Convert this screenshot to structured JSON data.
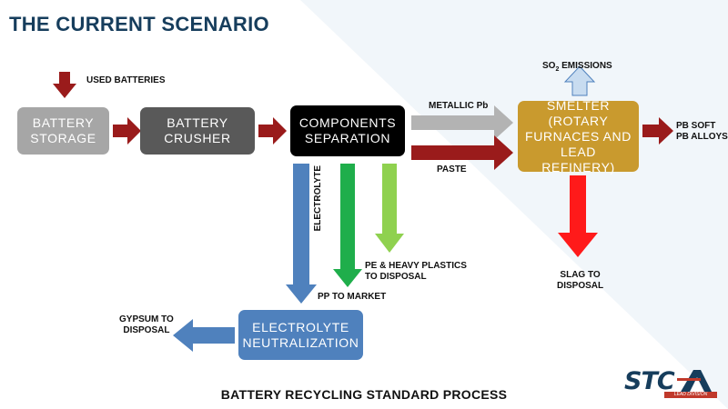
{
  "slide": {
    "title": "THE CURRENT SCENARIO",
    "caption": "BATTERY RECYCLING STANDARD PROCESS"
  },
  "nodes": {
    "storage": "BATTERY\nSTORAGE",
    "crusher": "BATTERY\nCRUSHER",
    "separation": "COMPONENTS\nSEPARATION",
    "smelter": "SMELTER\n(ROTARY\nFURNACES AND\nLEAD REFINERY)",
    "neutralization": "ELECTROLYTE\nNEUTRALIZATION"
  },
  "labels": {
    "used_batteries": "USED BATTERIES",
    "metallic_pb": "METALLIC Pb",
    "paste": "PASTE",
    "so2_prefix": "SO",
    "so2_sub": "2",
    "so2_suffix": " EMISSIONS",
    "pb_soft": "PB SOFT\nPB ALLOYS",
    "slag": "SLAG TO\nDISPOSAL",
    "electrolyte": "ELECTROLYTE",
    "pp_market": "PP TO MARKET",
    "pe_plastics": "PE & HEAVY PLASTICS\nTO DISPOSAL",
    "gypsum": "GYPSUM TO\nDISPOSAL"
  },
  "logo": {
    "mark": "STC",
    "division": "LEAD DIVISION"
  },
  "colors": {
    "title": "#163d5c",
    "storage": "#a6a6a6",
    "crusher": "#595959",
    "separation": "#000000",
    "smelter": "#c99a2e",
    "neutralization": "#4f81bd",
    "dark_red_arrow": "#9a1b1b",
    "red_arrow": "#ff1a1a",
    "gray_arrow": "#b3b3b3",
    "blue_arrow": "#4f81bd",
    "green_arrow": "#1fae4b",
    "light_green_arrow": "#8fd14f",
    "light_blue_arrow": "#c8dcf0"
  }
}
